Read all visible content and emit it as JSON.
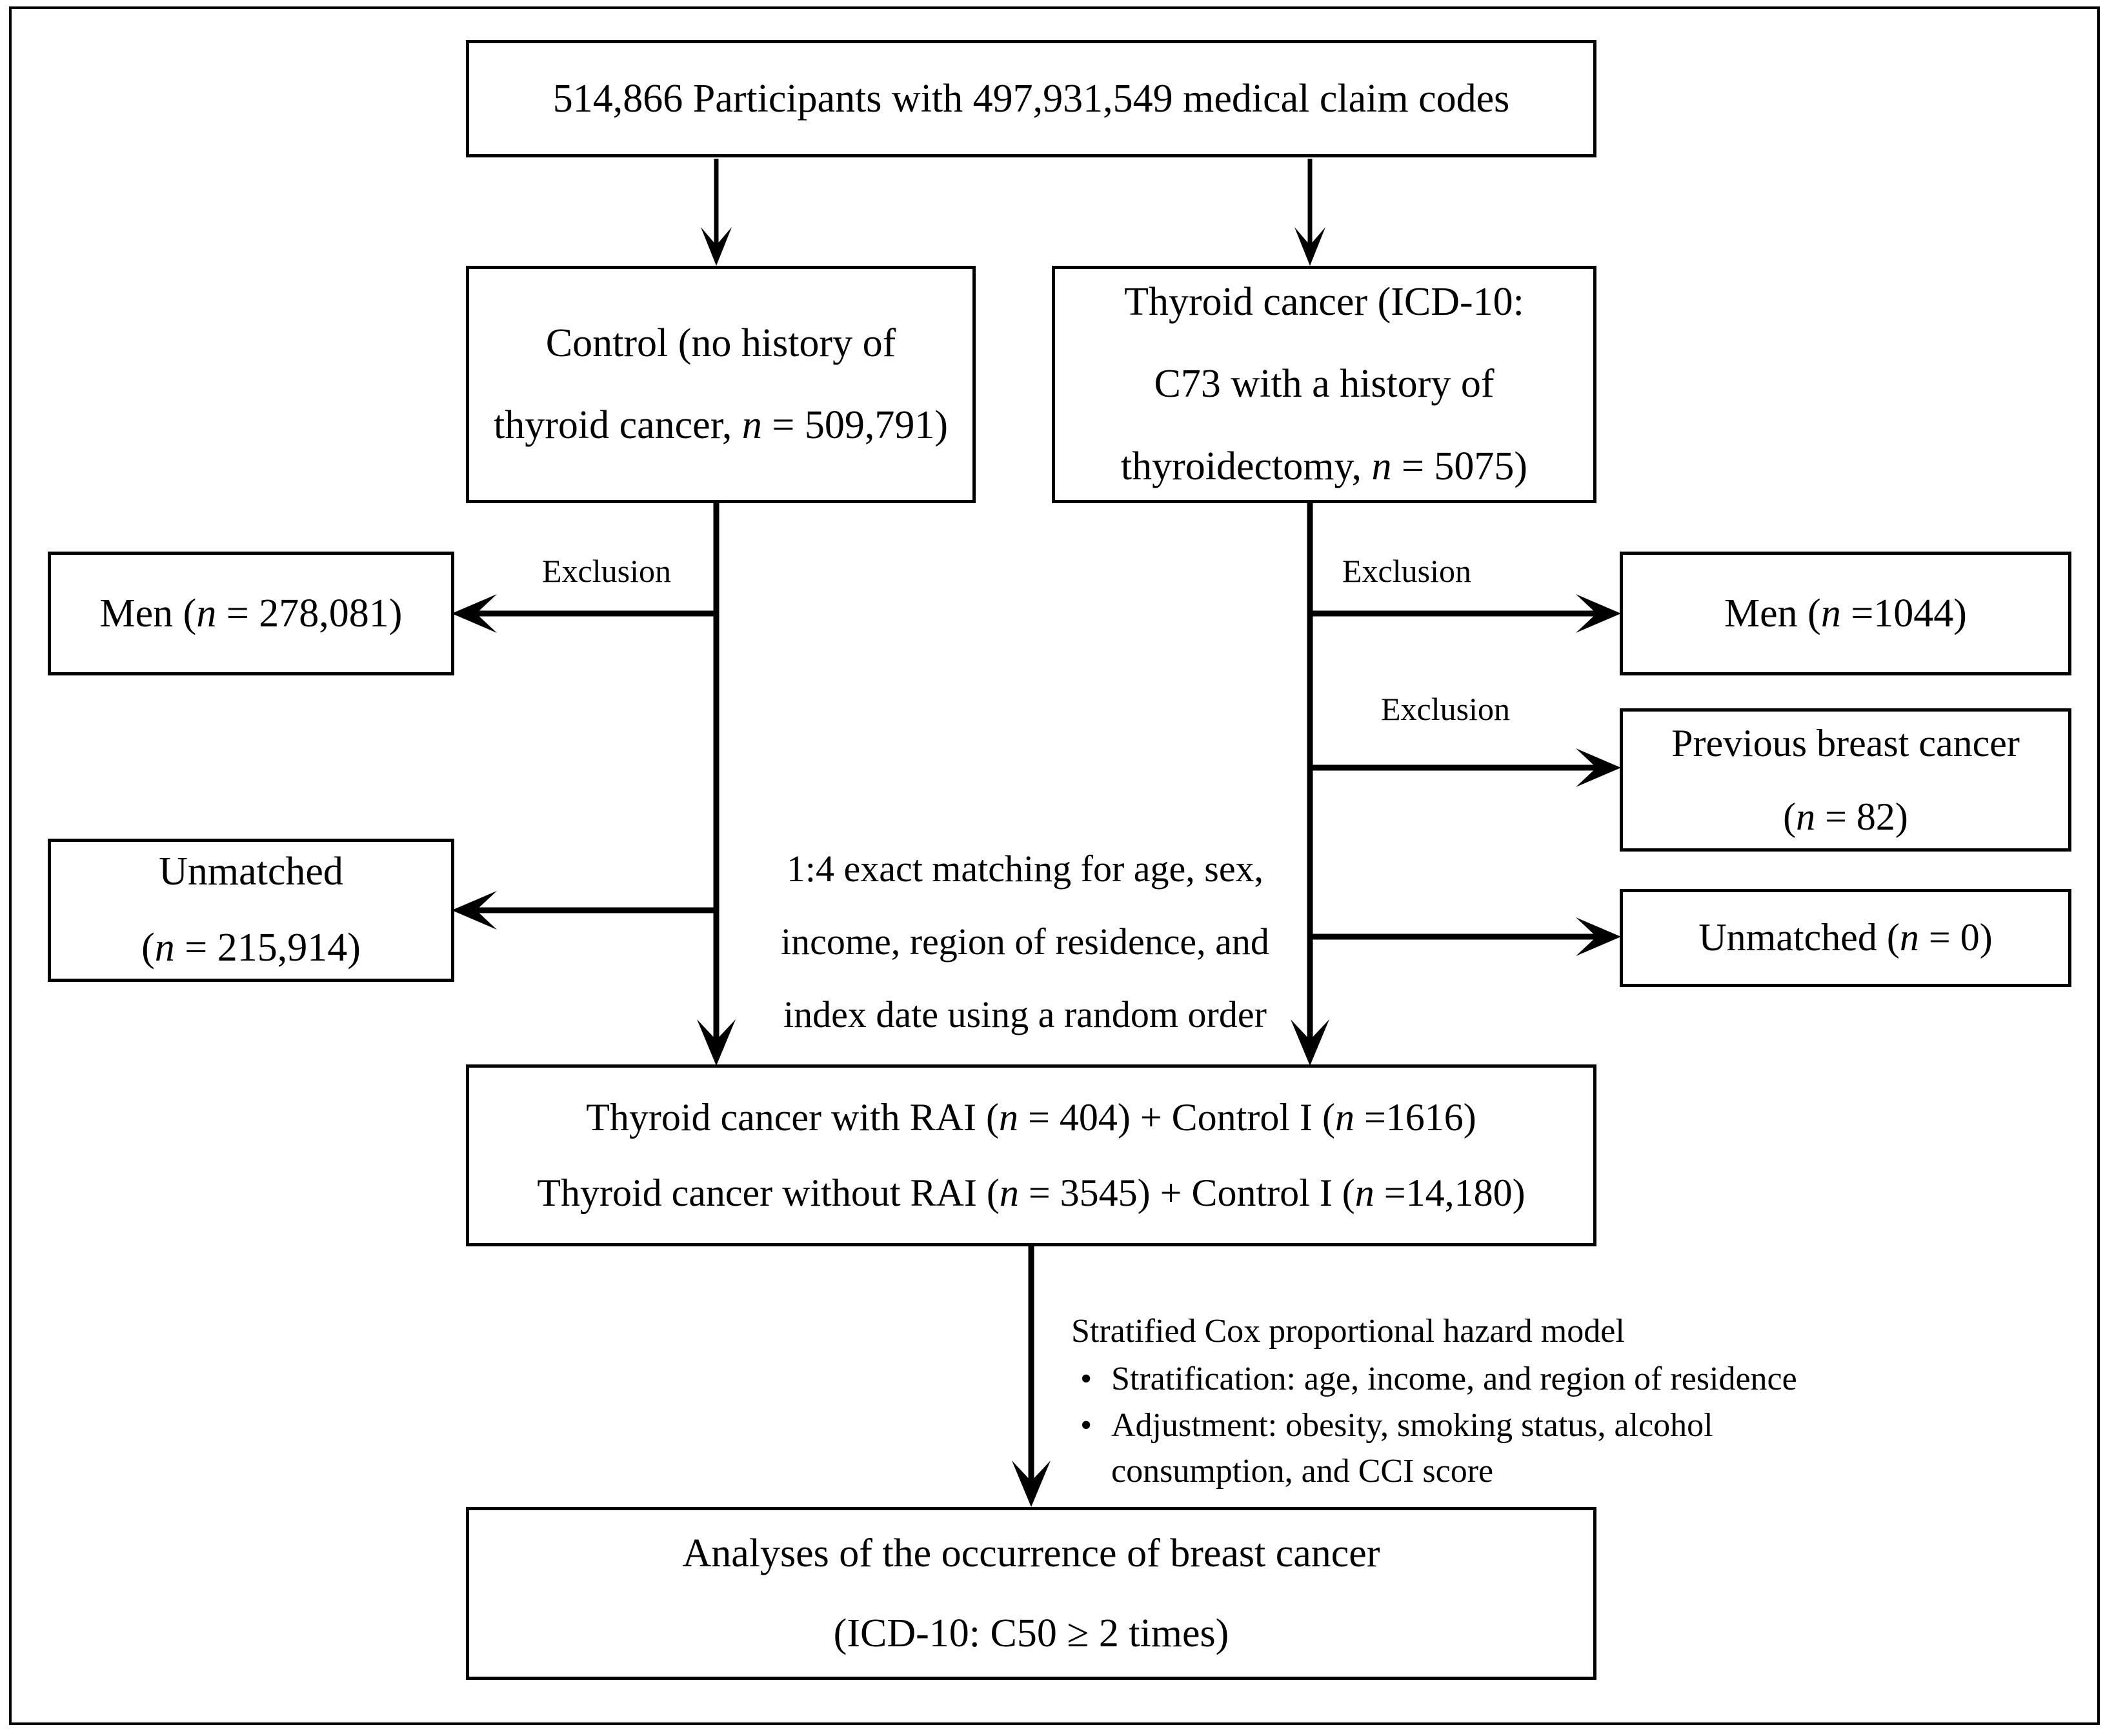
{
  "figure": {
    "type": "study-flow-diagram",
    "colors": {
      "stroke": "#000000",
      "background": "#ffffff",
      "text": "#000000"
    }
  },
  "nodes": {
    "total": {
      "name": "total-participants",
      "lines": [
        "514,866 Participants with  497,931,549 medical claim codes"
      ],
      "count_participants": "514,866",
      "count_claim_codes": "497,931,549"
    },
    "control": {
      "name": "control-group",
      "lines": [
        "Control (no history of",
        "thyroid cancer, n = 509,791)"
      ],
      "n": "509,791"
    },
    "thyroid": {
      "name": "thyroid-cancer-group",
      "lines": [
        "Thyroid cancer (ICD-10:",
        "C73 with a history of",
        "thyroidectomy, n = 5075)"
      ],
      "icd10": "C73",
      "n": "5075"
    },
    "men_left": {
      "name": "excluded-men-control",
      "lines": [
        "Men (n = 278,081)"
      ],
      "n": "278,081"
    },
    "men_right": {
      "name": "excluded-men-thyroid",
      "lines": [
        "Men (n =1044)"
      ],
      "n": "1044"
    },
    "previous_breast_cancer": {
      "name": "excluded-previous-breast-cancer",
      "lines": [
        "Previous breast cancer",
        "(n = 82)"
      ],
      "n": "82"
    },
    "unmatched_left": {
      "name": "unmatched-control",
      "lines": [
        "Unmatched",
        "(n = 215,914)"
      ],
      "n": "215,914"
    },
    "unmatched_right": {
      "name": "unmatched-thyroid",
      "lines": [
        "Unmatched (n = 0)"
      ],
      "n": "0"
    },
    "matched": {
      "name": "matched-cohorts",
      "lines": [
        "Thyroid cancer with RAI  (n = 404) +  Control I (n =1616)",
        "Thyroid cancer without RAI (n = 3545) + Control I (n =14,180)"
      ],
      "rai_cases": "404",
      "rai_controls": "1616",
      "non_rai_cases": "3545",
      "non_rai_controls": "14,180"
    },
    "analysis": {
      "name": "outcome-analysis",
      "lines": [
        "Analyses of the occurrence of breast cancer",
        "(ICD-10: C50 ≥ 2 times)"
      ],
      "icd10": "C50"
    }
  },
  "annotations": {
    "matching_note": {
      "name": "matching-criteria-note",
      "lines": [
        "1:4 exact matching for age, sex,",
        "income, region of residence, and",
        "index date using a random order"
      ],
      "ratio": "1:4"
    },
    "cox_note": {
      "name": "cox-model-note",
      "title": "Stratified Cox proportional hazard model",
      "bullet_glyph": "•",
      "bullets": [
        {
          "lines": [
            "Stratification: age, income, and region of residence"
          ]
        },
        {
          "lines": [
            "Adjustment: obesity, smoking status, alcohol",
            "consumption, and CCI score"
          ]
        }
      ]
    }
  },
  "edges": {
    "exclusion_label": "Exclusion",
    "labels": {
      "control_men": "Exclusion",
      "thyroid_men": "Exclusion",
      "thyroid_previous_breast_cancer": "Exclusion"
    }
  }
}
